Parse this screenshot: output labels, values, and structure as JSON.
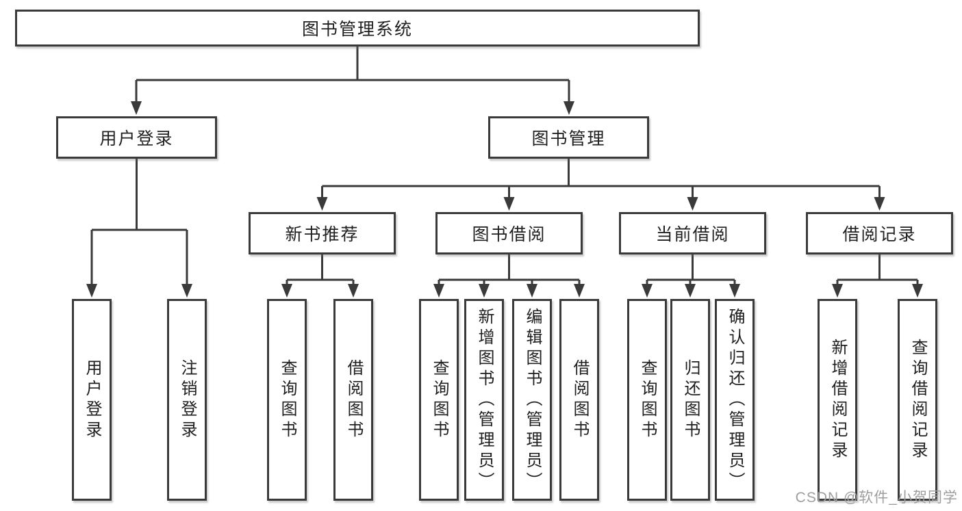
{
  "diagram": {
    "type": "hierarchy-tree",
    "root": {
      "label": "图书管理系统",
      "children": [
        {
          "label": "用户登录",
          "children": [
            {
              "label": "用户登录"
            },
            {
              "label": "注销登录"
            }
          ]
        },
        {
          "label": "图书管理",
          "children": [
            {
              "label": "新书推荐",
              "children": [
                {
                  "label": "查询图书"
                },
                {
                  "label": "借阅图书"
                }
              ]
            },
            {
              "label": "图书借阅",
              "children": [
                {
                  "label": "查询图书"
                },
                {
                  "label": "新增图书（管理员）"
                },
                {
                  "label": "编辑图书（管理员）"
                },
                {
                  "label": "借阅图书"
                }
              ]
            },
            {
              "label": "当前借阅",
              "children": [
                {
                  "label": "查询图书"
                },
                {
                  "label": "归还图书"
                },
                {
                  "label": "确认归还（管理员）"
                }
              ]
            },
            {
              "label": "借阅记录",
              "children": [
                {
                  "label": "新增借阅记录"
                },
                {
                  "label": "查询借阅记录"
                }
              ]
            }
          ]
        }
      ]
    }
  },
  "watermark": {
    "text": "CSDN @软件_小贺同学"
  },
  "colors": {
    "line": "#3a3a3a",
    "box_border": "#3a3a3a",
    "box_fill": "#ffffff",
    "text": "#1f1f1f",
    "watermark": "#9e9e9e",
    "background": "#ffffff"
  }
}
